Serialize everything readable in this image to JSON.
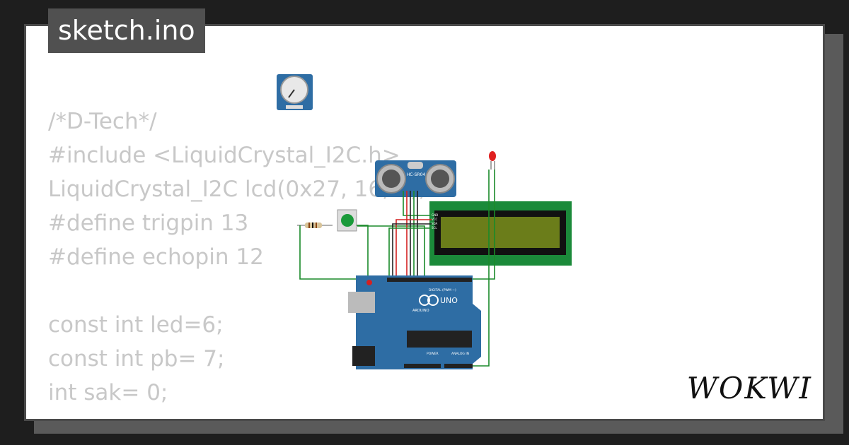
{
  "window": {
    "tab_title": "sketch.ino",
    "brand": "WOKWI"
  },
  "code": {
    "lines": [
      "/*D-Tech*/",
      "#include <LiquidCrystal_I2C.h>",
      "LiquidCrystal_I2C lcd(0x27, 16, 2);",
      "#define trigpin 13",
      "#define echopin 12",
      "",
      "const int led=6;",
      "const int pb= 7;",
      "int sak= 0;"
    ]
  },
  "components": {
    "ultrasonic_label": "HC-SR04",
    "board_label": "UNO",
    "board_brand": "ARDUINO",
    "digital_label": "DIGITAL (PWM ~)",
    "analog_label": "ANALOG IN",
    "power_label": "POWER",
    "lcd_pins": [
      "GND",
      "VCC",
      "SDA",
      "SCL"
    ]
  },
  "colors": {
    "board": "#2e6da4",
    "lcd_bezel": "#1b8a3a",
    "lcd_screen": "#6b7d1a",
    "wire_green": "#1a8a2a",
    "wire_red": "#d42020",
    "wire_black": "#222222",
    "led": "#e02020"
  }
}
